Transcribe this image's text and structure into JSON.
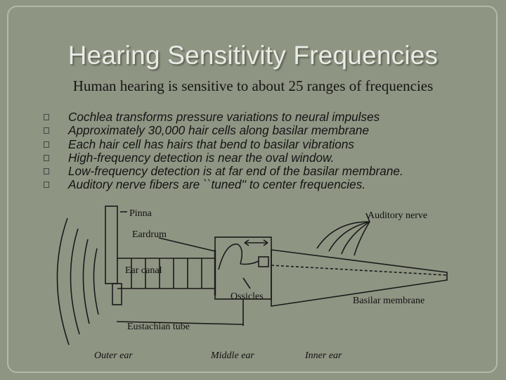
{
  "slide": {
    "title": "Hearing Sensitivity Frequencies",
    "subtitle": "Human hearing is sensitive to about 25 ranges of frequencies",
    "bullets": [
      "Cochlea transforms pressure variations to neural impulses",
      "Approximately 30,000 hair cells along basilar membrane",
      "Each hair cell has hairs that bend to basilar vibrations",
      "High-frequency detection is  near the oval window.",
      "Low-frequency detection is at far end of the basilar membrane.",
      "Auditory nerve fibers are ``tuned'' to center frequencies."
    ]
  },
  "diagram": {
    "labels": {
      "pinna": "Pinna",
      "eardrum": "Eardrum",
      "ear_canal": "Ear canal",
      "ossicles": "Ossicles",
      "eustachian_tube": "Eustachian tube",
      "auditory_nerve": "Auditory nerve",
      "basilar_membrane": "Basilar membrane",
      "outer_ear": "Outer ear",
      "middle_ear": "Middle ear",
      "inner_ear": "Inner ear"
    }
  }
}
